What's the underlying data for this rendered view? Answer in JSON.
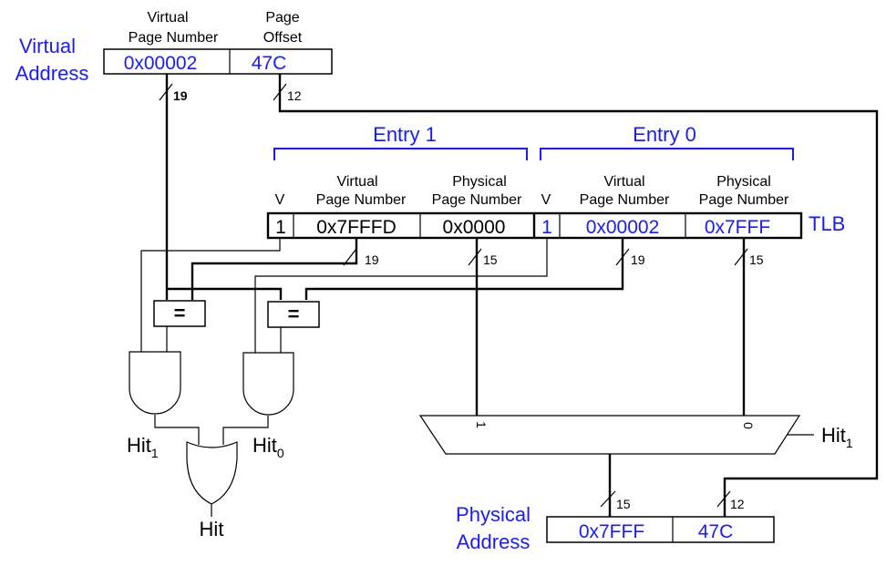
{
  "virtual_address": {
    "label_line1": "Virtual",
    "label_line2": "Address",
    "vpn_header_line1": "Virtual",
    "vpn_header_line2": "Page Number",
    "offset_header_line1": "Page",
    "offset_header_line2": "Offset",
    "vpn_value": "0x00002",
    "offset_value": "47C",
    "vpn_width": "19",
    "offset_width": "12"
  },
  "tlb": {
    "label": "TLB",
    "entries": [
      {
        "title": "Entry 1",
        "v_header": "V",
        "vpn_header_line1": "Virtual",
        "vpn_header_line2": "Page Number",
        "ppn_header_line1": "Physical",
        "ppn_header_line2": "Page Number",
        "valid": "1",
        "vpn": "0x7FFFD",
        "ppn": "0x0000",
        "vpn_width": "19",
        "ppn_width": "15"
      },
      {
        "title": "Entry 0",
        "v_header": "V",
        "vpn_header_line1": "Virtual",
        "vpn_header_line2": "Page Number",
        "ppn_header_line1": "Physical",
        "ppn_header_line2": "Page Number",
        "valid": "1",
        "vpn": "0x00002",
        "ppn": "0x7FFF",
        "vpn_width": "19",
        "ppn_width": "15"
      }
    ]
  },
  "logic": {
    "comparator_symbol": "=",
    "hit1_base": "Hit",
    "hit1_sub": "1",
    "hit0_base": "Hit",
    "hit0_sub": "0",
    "hit_output": "Hit"
  },
  "mux": {
    "input1_label": "1",
    "input0_label": "0",
    "select_base": "Hit",
    "select_sub": "1"
  },
  "physical_address": {
    "label_line1": "Physical",
    "label_line2": "Address",
    "ppn_value": "0x7FFF",
    "offset_value": "47C",
    "ppn_width": "15",
    "offset_width": "12"
  },
  "colors": {
    "highlight": "#1a1aff",
    "wire": "#000000"
  }
}
